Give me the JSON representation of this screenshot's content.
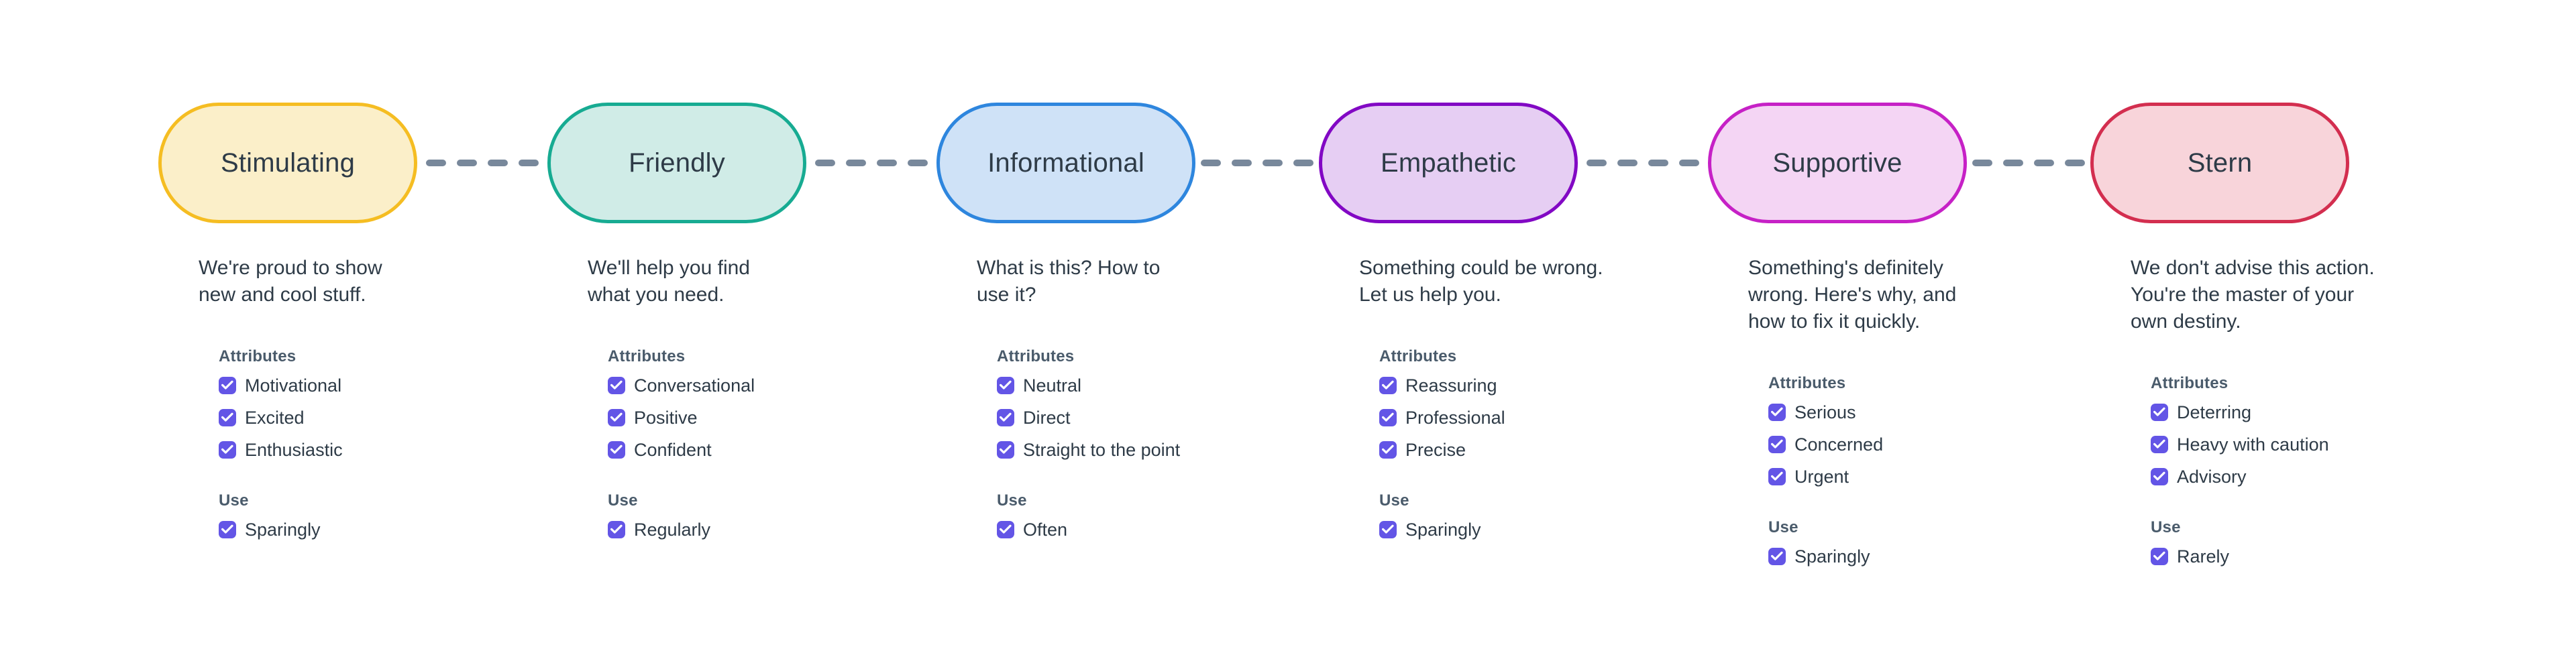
{
  "colors": {
    "text": "#2e3b47",
    "muted_heading": "#4a5b6b",
    "connector": "#78889b",
    "checkbox": "#6355e6",
    "background": "#ffffff"
  },
  "connector": {
    "icon": "dashed-line-icon",
    "dash_count": 4
  },
  "group_titles": {
    "attributes": "Attributes",
    "use": "Use"
  },
  "tones": [
    {
      "id": "stimulating",
      "label": "Stimulating",
      "fill": "#fbefc9",
      "stroke": "#f5bd22",
      "description": "We're proud to show\nnew and cool stuff.",
      "attributes_title": "Attributes",
      "attributes": [
        "Motivational",
        "Excited",
        "Enthusiastic"
      ],
      "use_title": "Use",
      "use": [
        "Sparingly"
      ]
    },
    {
      "id": "friendly",
      "label": "Friendly",
      "fill": "#d0ece7",
      "stroke": "#17ab92",
      "description": "We'll help you find\nwhat you need.",
      "attributes_title": "Attributes",
      "attributes": [
        "Conversational",
        "Positive",
        "Confident"
      ],
      "use_title": "Use",
      "use": [
        "Regularly"
      ]
    },
    {
      "id": "informational",
      "label": "Informational",
      "fill": "#cfe2f7",
      "stroke": "#2e86de",
      "description": "What is this? How to\nuse it?",
      "attributes_title": "Attributes",
      "attributes": [
        "Neutral",
        "Direct",
        "Straight to the point"
      ],
      "use_title": "Use",
      "use": [
        "Often"
      ]
    },
    {
      "id": "empathetic",
      "label": "Empathetic",
      "fill": "#e6cef3",
      "stroke": "#8208c4",
      "description": "Something could be wrong.\nLet us help you.",
      "attributes_title": "Attributes",
      "attributes": [
        "Reassuring",
        "Professional",
        "Precise"
      ],
      "use_title": "Use",
      "use": [
        "Sparingly"
      ]
    },
    {
      "id": "supportive",
      "label": "Supportive",
      "fill": "#f4d5f4",
      "stroke": "#c621c6",
      "description": "Something's definitely\nwrong. Here's why, and\nhow to fix it quickly.",
      "attributes_title": "Attributes",
      "attributes": [
        "Serious",
        "Concerned",
        "Urgent"
      ],
      "use_title": "Use",
      "use": [
        "Sparingly"
      ]
    },
    {
      "id": "stern",
      "label": "Stern",
      "fill": "#f8d4da",
      "stroke": "#d32e4f",
      "description": "We don't advise this action.\nYou're the master of your\nown destiny.",
      "attributes_title": "Attributes",
      "attributes": [
        "Deterring",
        "Heavy with caution",
        "Advisory"
      ],
      "use_title": "Use",
      "use": [
        "Rarely"
      ]
    }
  ]
}
